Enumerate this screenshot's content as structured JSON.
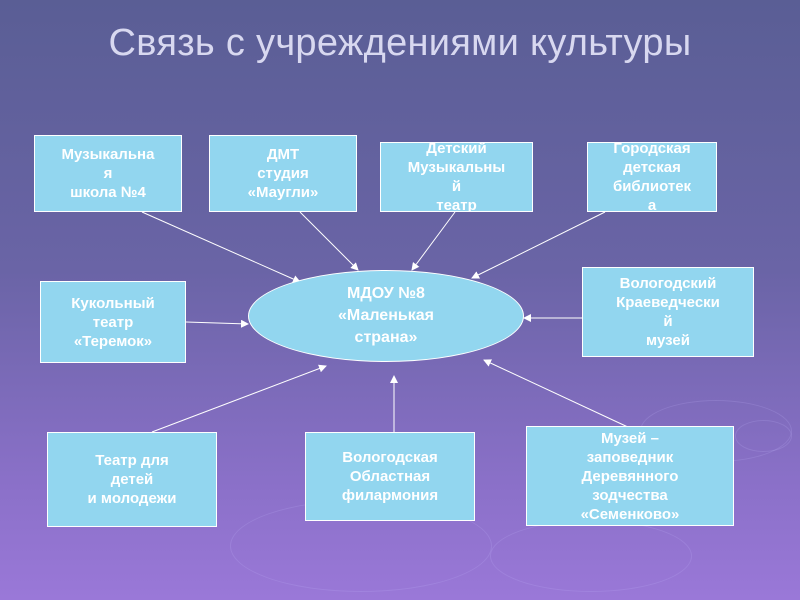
{
  "title": "Связь с учреждениями культуры",
  "center": "МДОУ №8\n«Маленькая\nстрана»",
  "boxes": {
    "music_school": "Музыкальна\nя\nшкола №4",
    "dmt_studio": "ДМТ\nстудия\n«Маугли»",
    "kids_music_theatre": "Детский\nМузыкальны\nй\nтеатр",
    "city_library": "Городская\nдетская\nбиблиотек\nа",
    "puppet_theatre": "Кукольный\nтеатр\n«Теремок»",
    "local_history_museum": "Вологодский\nКраеведчески\nй\nмузей",
    "youth_theatre": "Театр для\nдетей\nи молодежи",
    "philharmonic": "Вологодская\nОбластная\nфилармония",
    "reserve_museum": "Музей –\nзаповедник\nДеревянного\nзодчества\n«Семенково»"
  }
}
